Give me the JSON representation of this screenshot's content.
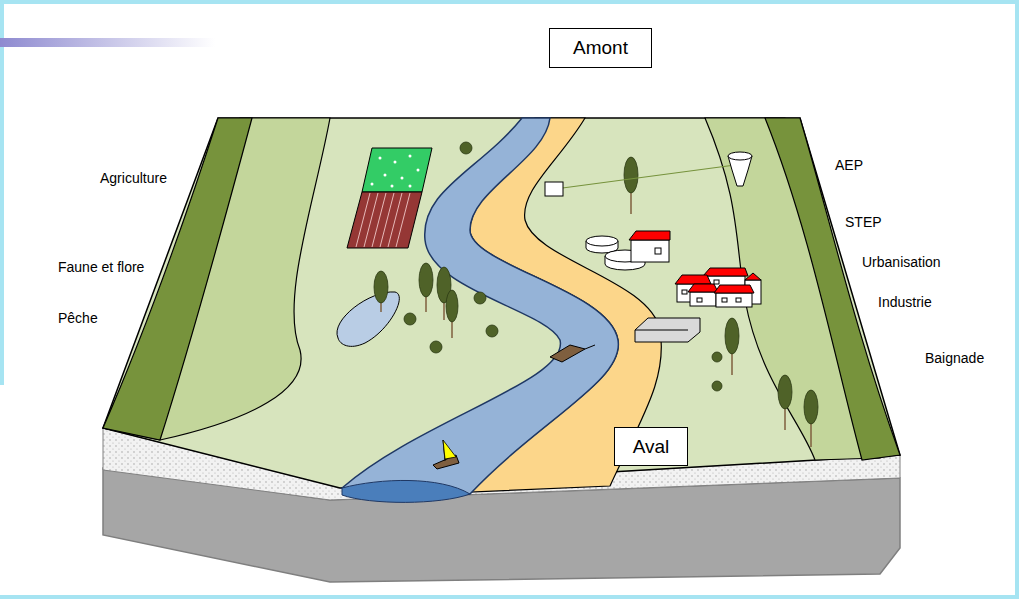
{
  "diagram": {
    "nodes": [
      {
        "text": [
          "Amont"
        ]
      },
      {
        "text": [
          "Aval"
        ]
      }
    ],
    "labels": [
      "Agriculture",
      "Faune et flore",
      "Pêche",
      "AEP",
      "STEP",
      "Urbanisation",
      "Industrie",
      "Baignade"
    ]
  }
}
